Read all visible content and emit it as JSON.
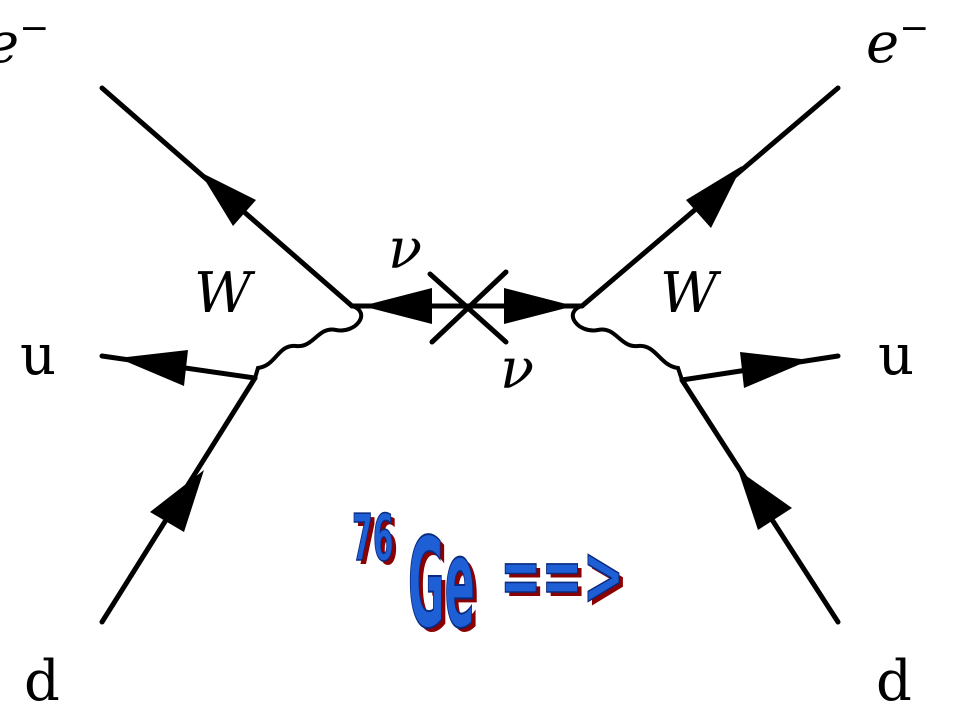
{
  "diagram": {
    "labels": {
      "e_minus_left": "e",
      "e_minus_left_sup": "−",
      "e_minus_right": "e",
      "e_minus_right_sup": "−",
      "w_left": "W",
      "w_right": "W",
      "u_left": "u",
      "u_right": "u",
      "d_left": "d",
      "d_right": "d",
      "nu_top": "ν",
      "nu_bottom": "ν"
    },
    "isotope": {
      "mass_number": "76",
      "element": "Ge",
      "arrow": "==>"
    },
    "colors": {
      "line": "#000000",
      "isotope_fill": "#1f5fd6",
      "isotope_shadow": "#8b0000"
    }
  }
}
